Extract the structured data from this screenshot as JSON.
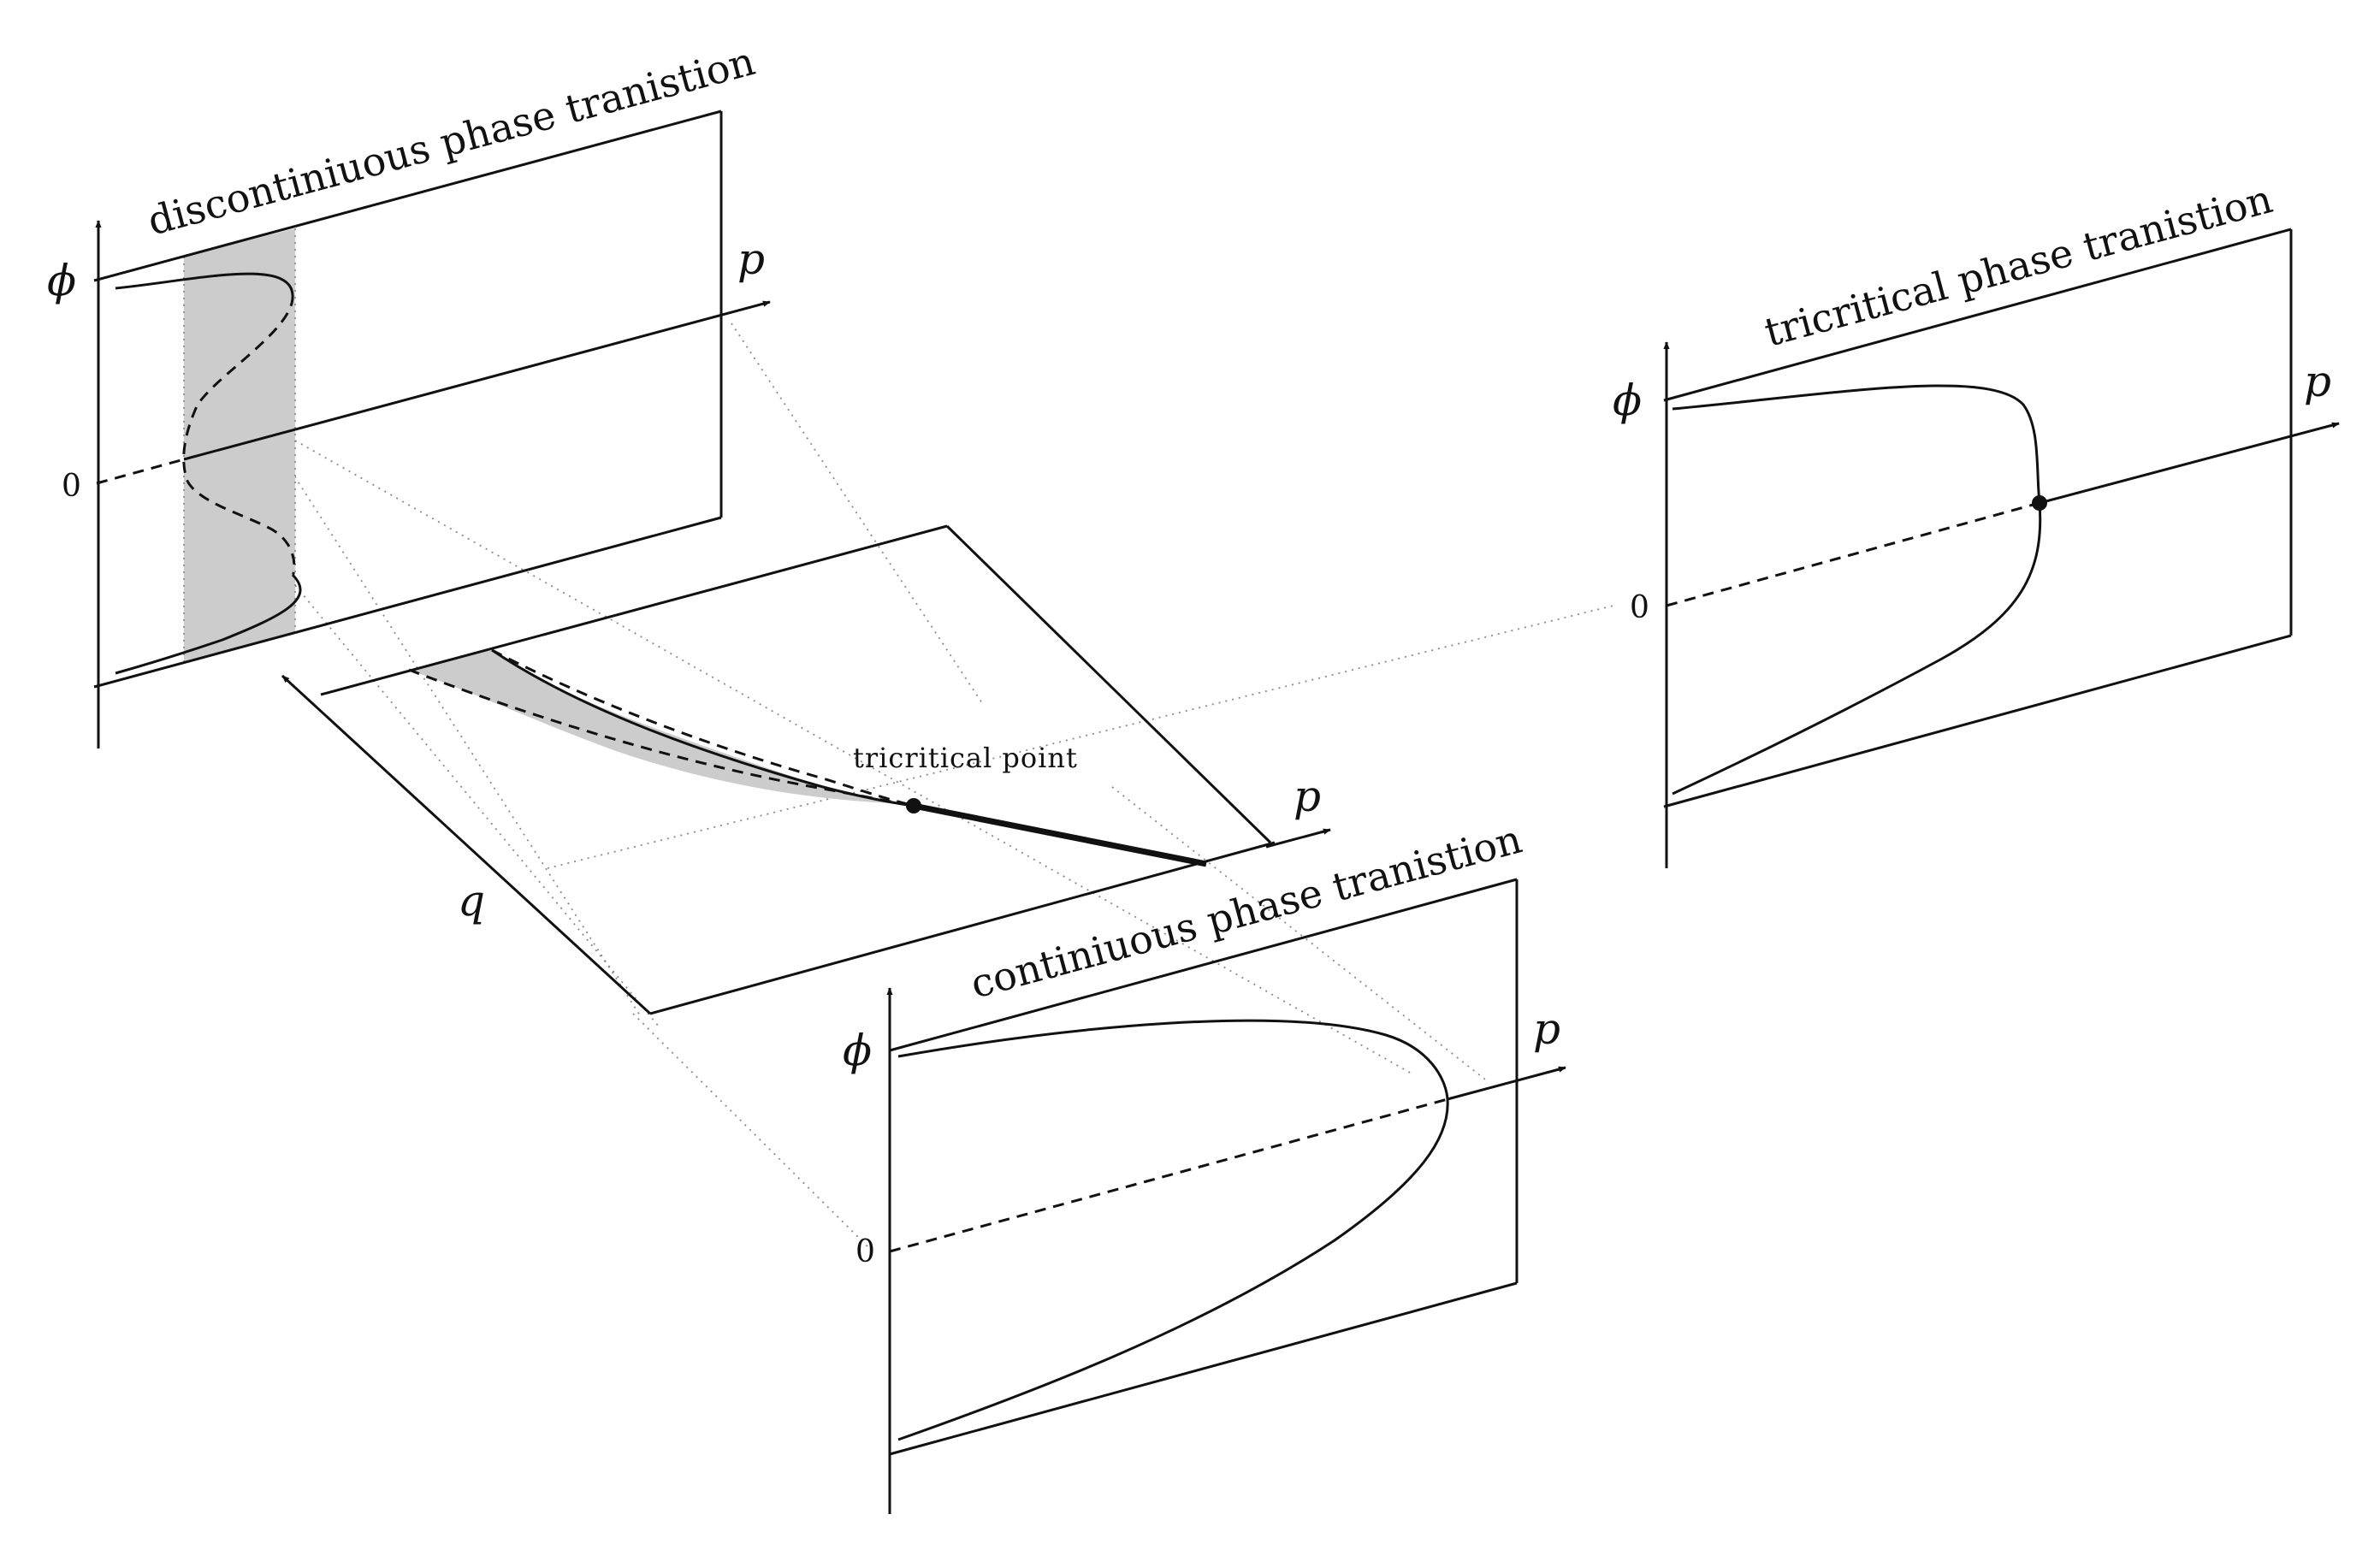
{
  "panels": {
    "discontinuous": {
      "title": "discontiniuous phase tranistion",
      "y_label": "ϕ",
      "x_label": "p",
      "zero_label": "0"
    },
    "tricritical": {
      "title": "tricritical phase tranistion",
      "y_label": "ϕ",
      "x_label": "p",
      "zero_label": "0"
    },
    "continuous": {
      "title": "continiuous phase tranistion",
      "y_label": "ϕ",
      "x_label": "p",
      "zero_label": "0"
    }
  },
  "base_plane": {
    "x_label": "p",
    "y_label": "q",
    "point_label": "tricritical point"
  },
  "colors": {
    "line": "#111111",
    "shade": "#cccccc",
    "guide": "#8a8a8a"
  }
}
